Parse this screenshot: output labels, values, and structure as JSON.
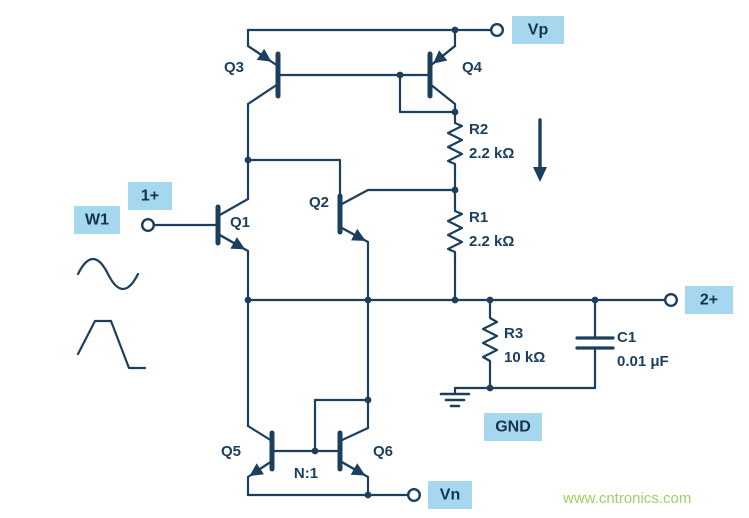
{
  "schematic": {
    "terminals": {
      "vp": {
        "label": "Vp"
      },
      "vn": {
        "label": "Vn"
      },
      "gnd": {
        "label": "GND"
      },
      "w1": {
        "label": "W1"
      },
      "in_plus": {
        "label": "1+"
      },
      "out_plus": {
        "label": "2+"
      }
    },
    "transistors": {
      "q1": {
        "ref": "Q1"
      },
      "q2": {
        "ref": "Q2"
      },
      "q3": {
        "ref": "Q3"
      },
      "q4": {
        "ref": "Q4"
      },
      "q5": {
        "ref": "Q5"
      },
      "q6": {
        "ref": "Q6"
      }
    },
    "resistors": {
      "r1": {
        "ref": "R1",
        "value": "2.2 kΩ"
      },
      "r2": {
        "ref": "R2",
        "value": "2.2 kΩ"
      },
      "r3": {
        "ref": "R3",
        "value": "10 kΩ"
      }
    },
    "capacitors": {
      "c1": {
        "ref": "C1",
        "value": "0.01 μF"
      }
    },
    "mirror_ratio": "N:1",
    "watermark": "www.cntronics.com",
    "colors": {
      "line": "#1c3f5e",
      "label_box_fill": "#a5d8ee",
      "label_text": "#14344d",
      "watermark": "#a3cf62",
      "background": "#ffffff"
    }
  }
}
